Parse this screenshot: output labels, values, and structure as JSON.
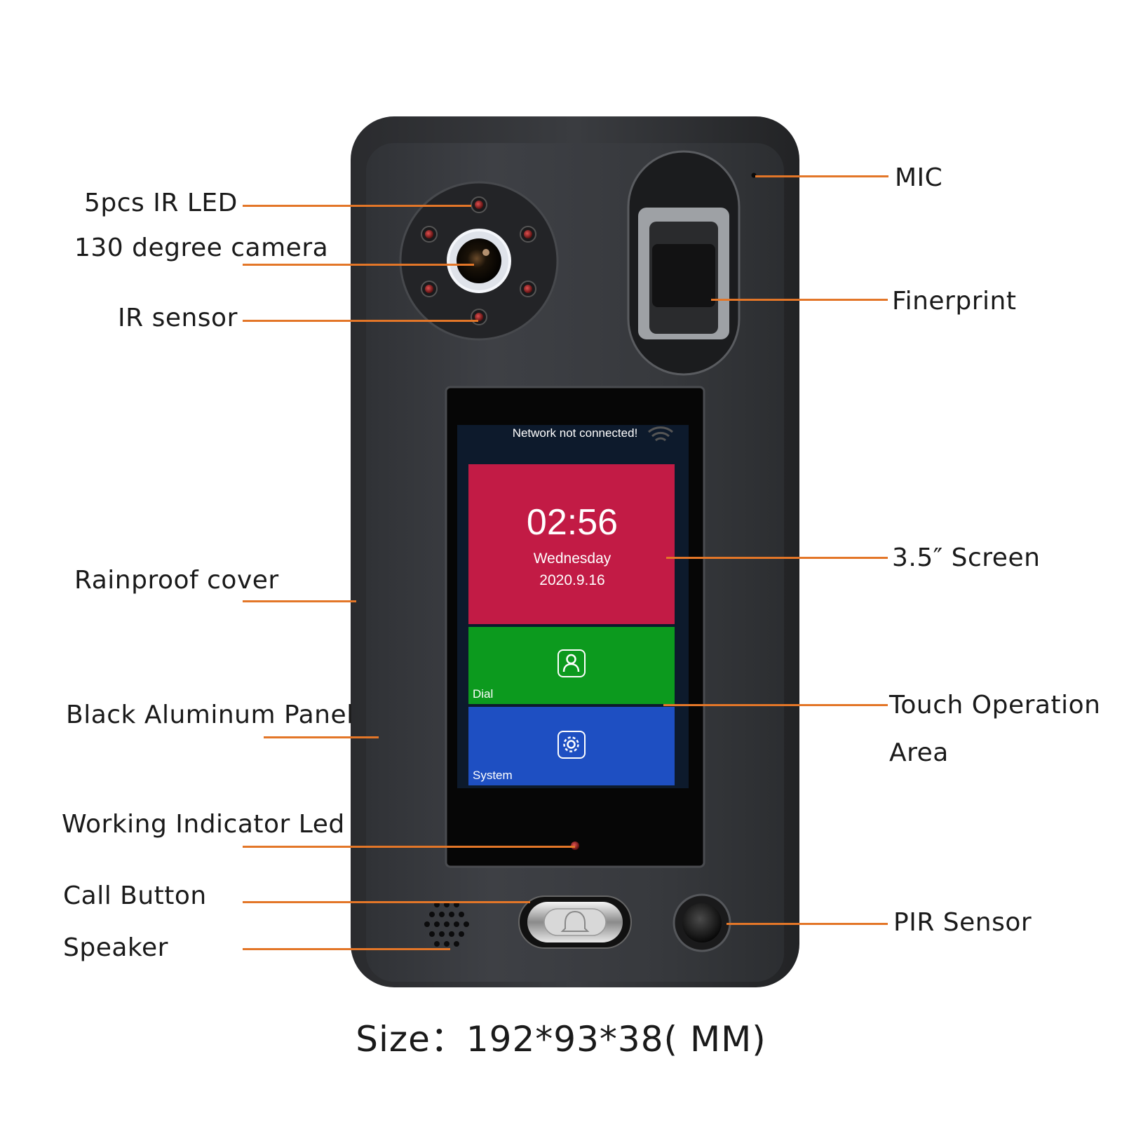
{
  "labels": {
    "ir_led": "5pcs IR LED",
    "camera": "130 degree camera",
    "ir_sensor": "IR sensor",
    "rainproof_cover": "Rainproof cover",
    "panel": "Black Aluminum Panel",
    "indicator_led": "Working Indicator Led",
    "call_button": "Call Button",
    "speaker": "Speaker",
    "mic": "MIC",
    "fingerprint": "Finerprint",
    "screen": "3.5″ Screen",
    "touch_area_line1": "Touch Operation",
    "touch_area_line2": "Area",
    "pir_sensor": "PIR Sensor"
  },
  "screen": {
    "status": "Network not connected!",
    "time": "02:56",
    "weekday": "Wednesday",
    "date": "2020.9.16",
    "dial_label": "Dial",
    "system_label": "System"
  },
  "size_caption": "Size：192*93*38( MM)",
  "colors": {
    "callout_line": "#e37628",
    "clock_tile": "#c21b45",
    "dial_tile": "#0c9a1e",
    "system_tile": "#1e4fc2",
    "panel": "#333538"
  }
}
